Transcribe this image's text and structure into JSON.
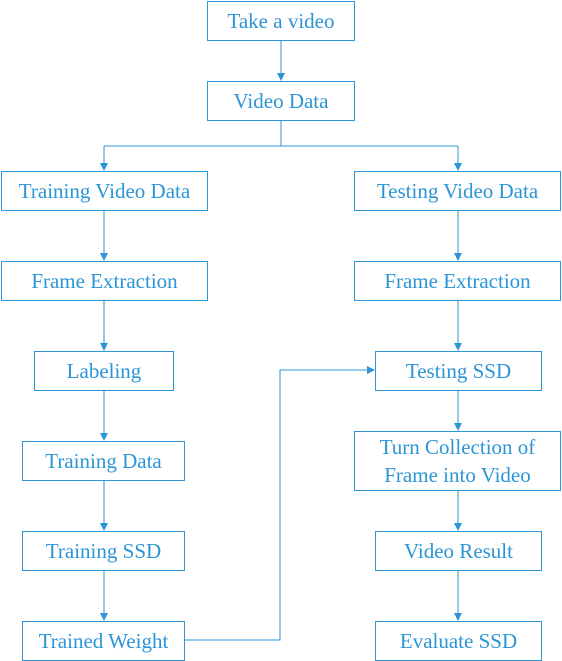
{
  "colors": {
    "stroke": "#2b95d6",
    "background": "#ffffff"
  },
  "nodes": {
    "take_video": "Take a video",
    "video_data": "Video Data",
    "training_video_data": "Training Video Data",
    "testing_video_data": "Testing Video Data",
    "frame_extraction_train": "Frame Extraction",
    "frame_extraction_test": "Frame Extraction",
    "labeling": "Labeling",
    "training_data": "Training Data",
    "training_ssd": "Training SSD",
    "trained_weight": "Trained Weight",
    "testing_ssd": "Testing SSD",
    "turn_collection_line1": "Turn Collection of",
    "turn_collection_line2": "Frame into Video",
    "video_result": "Video Result",
    "evaluate_ssd": "Evaluate SSD"
  }
}
